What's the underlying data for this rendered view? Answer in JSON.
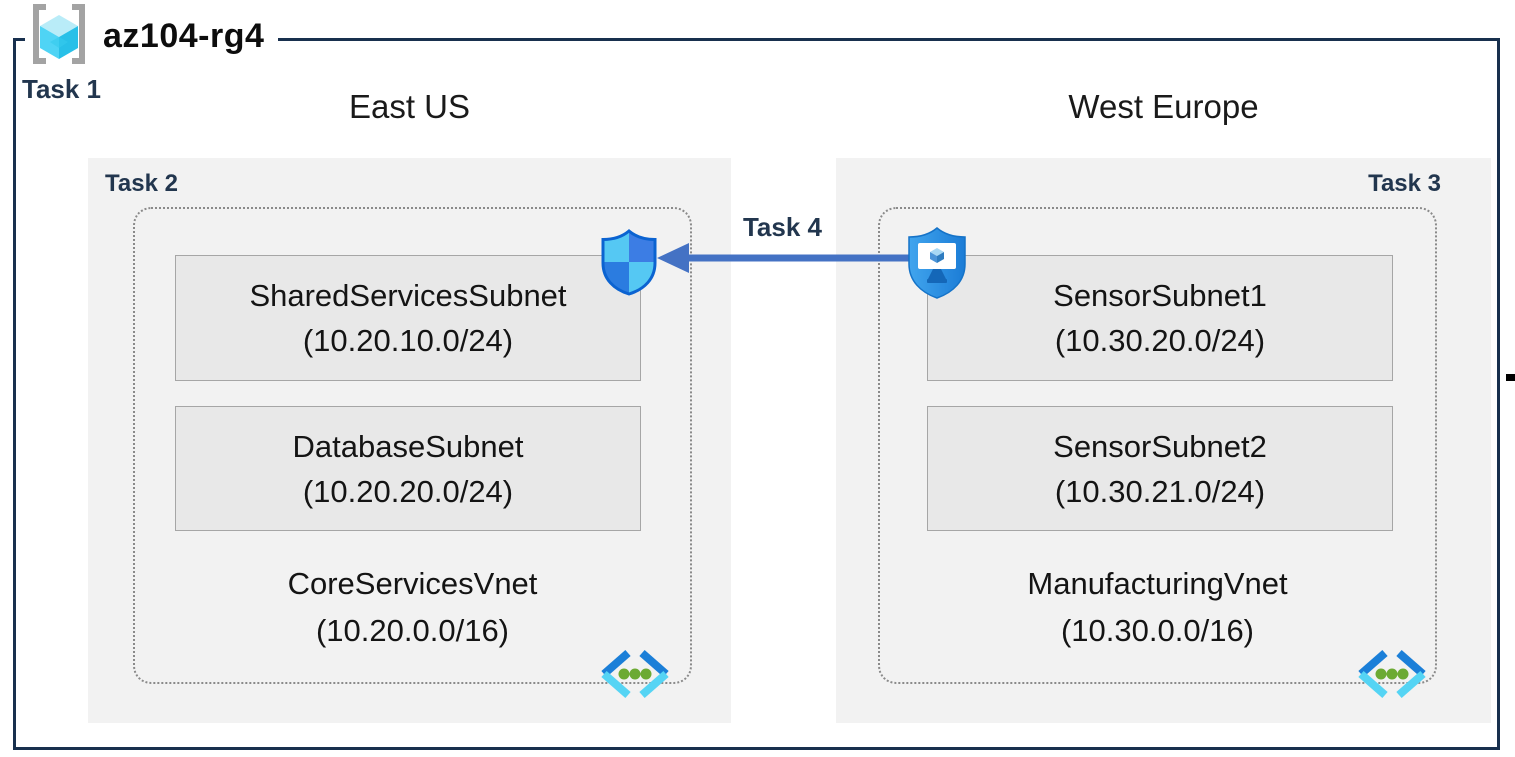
{
  "header": {
    "title": "az104-rg4",
    "task": "Task 1"
  },
  "connection": {
    "label": "Task 4",
    "direction": "right-to-left"
  },
  "regions": [
    {
      "name": "East US",
      "task": "Task 2",
      "vnet": {
        "name": "CoreServicesVnet",
        "cidr": "(10.20.0.0/16)",
        "subnets": [
          {
            "name": "SharedServicesSubnet",
            "cidr": "(10.20.10.0/24)"
          },
          {
            "name": "DatabaseSubnet",
            "cidr": "(10.20.20.0/24)"
          }
        ]
      }
    },
    {
      "name": "West Europe",
      "task": "Task 3",
      "vnet": {
        "name": "ManufacturingVnet",
        "cidr": "(10.30.0.0/16)",
        "subnets": [
          {
            "name": "SensorSubnet1",
            "cidr": "(10.30.20.0/24)"
          },
          {
            "name": "SensorSubnet2",
            "cidr": "(10.30.21.0/24)"
          }
        ]
      }
    }
  ],
  "icons": {
    "resource_group": "resource-group-icon",
    "nsg": "network-security-group-icon",
    "bastion": "bastion-icon",
    "virtual_network": "virtual-network-icon"
  },
  "colors": {
    "outer_border": "#18304e",
    "task_label": "#22364e",
    "panel_bg": "#f2f2f2",
    "subnet_fill": "#e8e8e8",
    "subnet_border": "#a6a6a6",
    "dotted_border": "#8a8a8a",
    "arrow": "#4472c4",
    "vnet_green": "#6caa33",
    "azure_blue": "#2e8de0",
    "azure_cyan": "#50d0f2"
  }
}
